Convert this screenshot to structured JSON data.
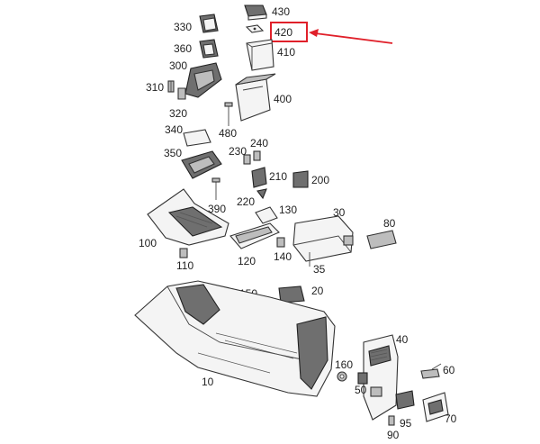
{
  "labels": {
    "p430": "430",
    "p420": "420",
    "p410": "410",
    "p330": "330",
    "p360": "360",
    "p300": "300",
    "p310": "310",
    "p320": "320",
    "p400": "400",
    "p340": "340",
    "p480": "480",
    "p230": "230",
    "p240": "240",
    "p350": "350",
    "p210": "210",
    "p200": "200",
    "p220": "220",
    "p130": "130",
    "p30": "30",
    "p80": "80",
    "p390": "390",
    "p100": "100",
    "p120": "120",
    "p140": "140",
    "p110": "110",
    "p35": "35",
    "p150": "150",
    "p20": "20",
    "p40": "40",
    "p160": "160",
    "p60": "60",
    "p10": "10",
    "p50": "50",
    "p95": "95",
    "p70": "70",
    "p90": "90"
  },
  "colors": {
    "highlight": "#e0202a",
    "arrow": "#e0202a",
    "lines": "#333333"
  },
  "highlight_target": "420"
}
